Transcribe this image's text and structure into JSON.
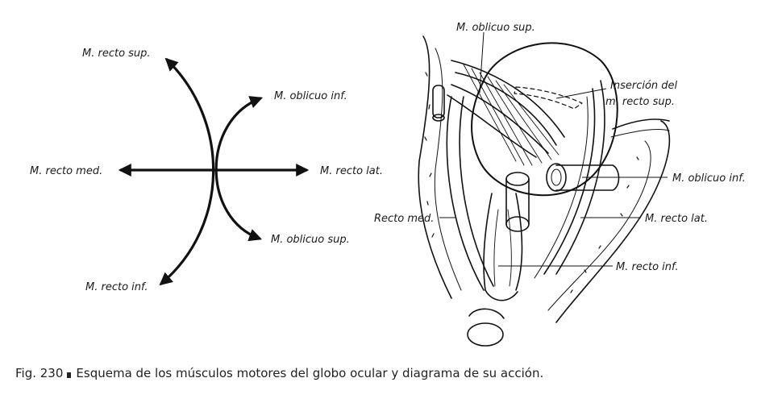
{
  "diagram": {
    "labels": {
      "recto_sup": "M. recto sup.",
      "oblicuo_inf": "M. oblicuo inf.",
      "recto_med": "M. recto med.",
      "recto_lat": "M. recto lat.",
      "oblicuo_sup": "M. oblicuo sup.",
      "recto_inf": "M. recto inf."
    }
  },
  "illustration": {
    "labels": {
      "oblicuo_sup": "M. oblicuo sup.",
      "insercion_line1": "Inserción del",
      "insercion_line2": "m. recto sup.",
      "oblicuo_inf": "M. oblicuo inf.",
      "recto_med": "Recto med.",
      "recto_lat": "M. recto lat.",
      "recto_inf": "M. recto inf."
    }
  },
  "caption": {
    "figure": "Fig. 230",
    "text": "Esquema de los músculos motores del globo ocular y diagrama de su acción."
  }
}
